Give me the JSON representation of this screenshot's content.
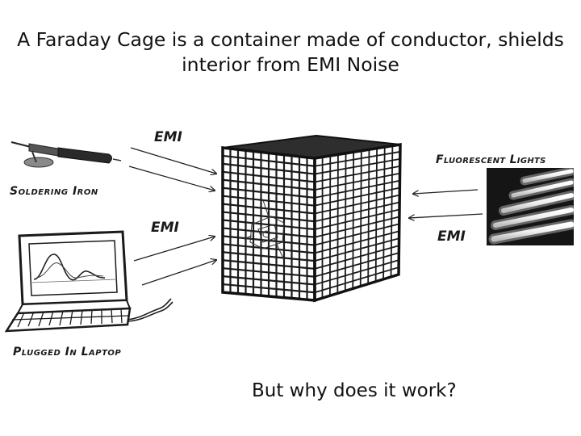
{
  "slide": {
    "title_line1": "A Faraday Cage is a container made of conductor, shields",
    "title_line2": "interior from EMI Noise",
    "question": "But why does it work?"
  },
  "labels": {
    "soldering_iron": "Soldering Iron",
    "laptop": "Plugged In Laptop",
    "fluorescent": "Fluorescent Lights",
    "emi_top": "EMI",
    "emi_middle": "EMI",
    "emi_right": "EMI"
  },
  "icons": [
    "soldering-iron-icon",
    "laptop-icon",
    "fluorescent-lights-icon",
    "faraday-cage-icon",
    "arrow-icon"
  ],
  "colors": {
    "text": "#111111",
    "ink": "#1a1a1a",
    "lights_background": "#151515"
  }
}
